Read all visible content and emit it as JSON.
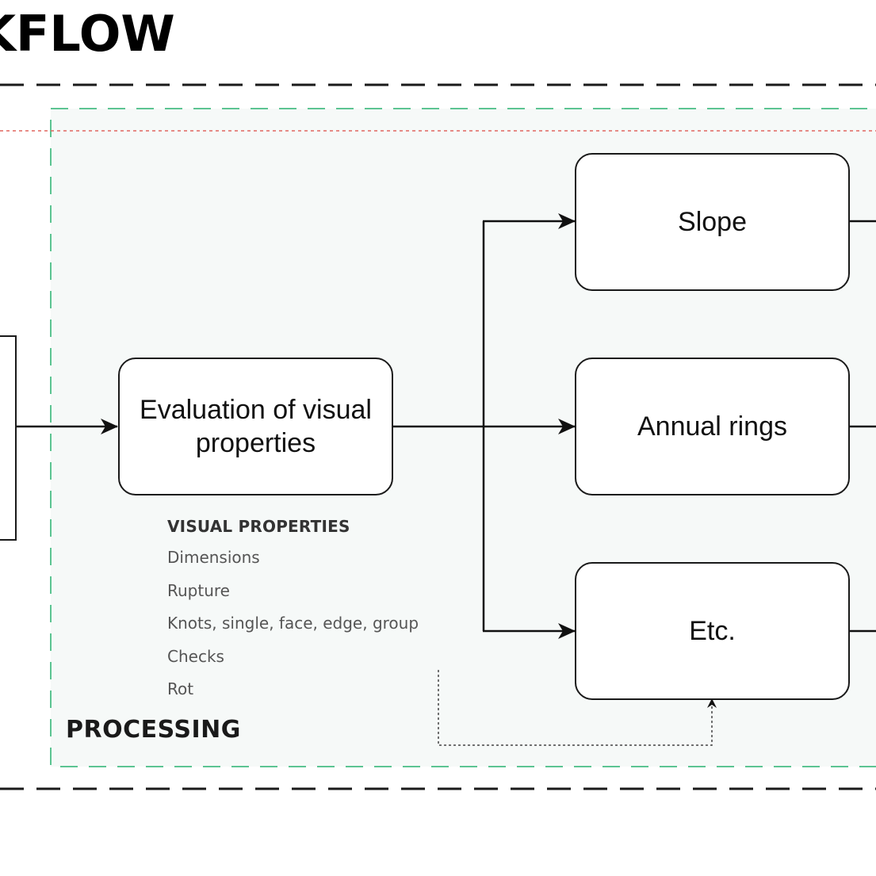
{
  "title": "KFLOW",
  "nodes": {
    "evaluation": "Evaluation of visual properties",
    "slope": "Slope",
    "annual_rings": "Annual rings",
    "etc": "Etc."
  },
  "visual_properties": {
    "heading": "VISUAL PROPERTIES",
    "items": [
      "Dimensions",
      "Rupture",
      "Knots, single, face, edge, group",
      "Checks",
      "Rot"
    ]
  },
  "section_label": "PROCESSING",
  "colors": {
    "outer_border": "#1a1a1a",
    "processing_border": "#5cc492",
    "processing_fill": "#f6f9f8",
    "red_guide": "#e0655f",
    "stroke": "#111111"
  }
}
